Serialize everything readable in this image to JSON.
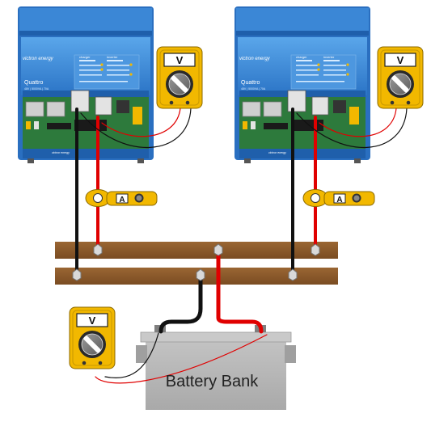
{
  "inverters": [
    {
      "brand": "victron energy",
      "model": "Quattro",
      "subtitle": "48V | 5000VA | 70A",
      "panel_charger": "charger",
      "panel_inverter": "inverter",
      "footer_brand": "victron energy"
    },
    {
      "brand": "victron energy",
      "model": "Quattro",
      "subtitle": "48V | 5000VA | 70A",
      "panel_charger": "charger",
      "panel_inverter": "inverter",
      "footer_brand": "victron energy"
    }
  ],
  "meters": {
    "voltmeter_label": "V",
    "clamp_label": "A"
  },
  "battery": {
    "label": "Battery Bank"
  },
  "colors": {
    "inverter_blue": "#2f7fd0",
    "busbar": "#8b5a2b",
    "meter_yellow": "#f2b800",
    "wire_red": "#e00000",
    "wire_black": "#111111",
    "battery_gray": "#b5b5b5"
  }
}
